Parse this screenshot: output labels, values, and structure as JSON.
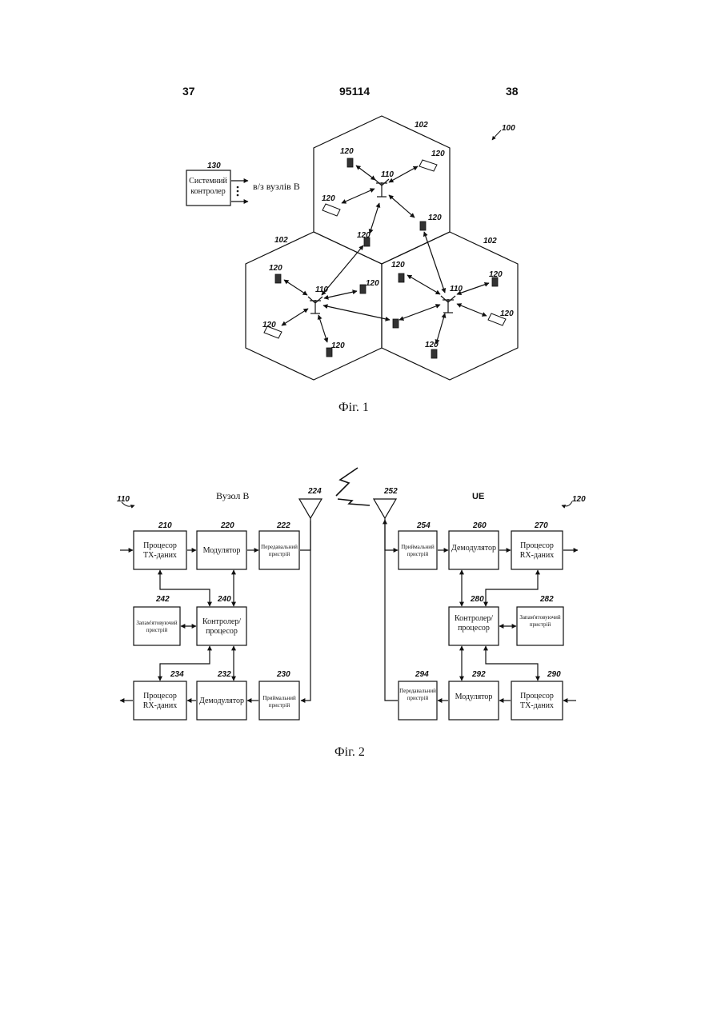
{
  "header": {
    "left_page": "37",
    "patent_number": "95114",
    "right_page": "38"
  },
  "fig1": {
    "caption": "Фіг. 1",
    "system_ref": "100",
    "cell_ref": "102",
    "node_ref": "110",
    "ue_ref": "120",
    "controller_ref": "130",
    "controller_line1": "Системний",
    "controller_line2": "контролер",
    "controller_link": "в/з вузлів В"
  },
  "fig2": {
    "caption": "Фіг. 2",
    "node_title": "Вузол В",
    "node_ref": "110",
    "ue_title": "UE",
    "ue_ref": "120",
    "antenna_node_ref": "224",
    "antenna_ue_ref": "252",
    "blocks": {
      "tx_proc_210": {
        "ref": "210",
        "line1": "Процесор",
        "line2": "ТХ-даних"
      },
      "mod_220": {
        "ref": "220",
        "line1": "Модулятор"
      },
      "tx_222": {
        "ref": "222",
        "line1": "Передавальний",
        "line2": "пристрій"
      },
      "mem_242": {
        "ref": "242",
        "line1": "Запам'ятовуючий",
        "line2": "пристрій"
      },
      "ctrl_240": {
        "ref": "240",
        "line1": "Контролер/",
        "line2": "процесор"
      },
      "rx_proc_234": {
        "ref": "234",
        "line1": "Процесор",
        "line2": "RX-даних"
      },
      "demod_232": {
        "ref": "232",
        "line1": "Демодулятор"
      },
      "rx_230": {
        "ref": "230",
        "line1": "Приймальний",
        "line2": "пристрій"
      },
      "rx_254": {
        "ref": "254",
        "line1": "Приймальний",
        "line2": "пристрій"
      },
      "demod_260": {
        "ref": "260",
        "line1": "Демодулятор"
      },
      "rx_proc_270": {
        "ref": "270",
        "line1": "Процесор",
        "line2": "RX-даних"
      },
      "ctrl_280": {
        "ref": "280",
        "line1": "Контролер/",
        "line2": "процесор"
      },
      "mem_282": {
        "ref": "282",
        "line1": "Запам'ятовуючий",
        "line2": "пристрій"
      },
      "tx_294": {
        "ref": "294",
        "line1": "Передавальний",
        "line2": "пристрій"
      },
      "mod_292": {
        "ref": "292",
        "line1": "Модулятор"
      },
      "tx_proc_290": {
        "ref": "290",
        "line1": "Процесор",
        "line2": "ТХ-даних"
      }
    }
  }
}
